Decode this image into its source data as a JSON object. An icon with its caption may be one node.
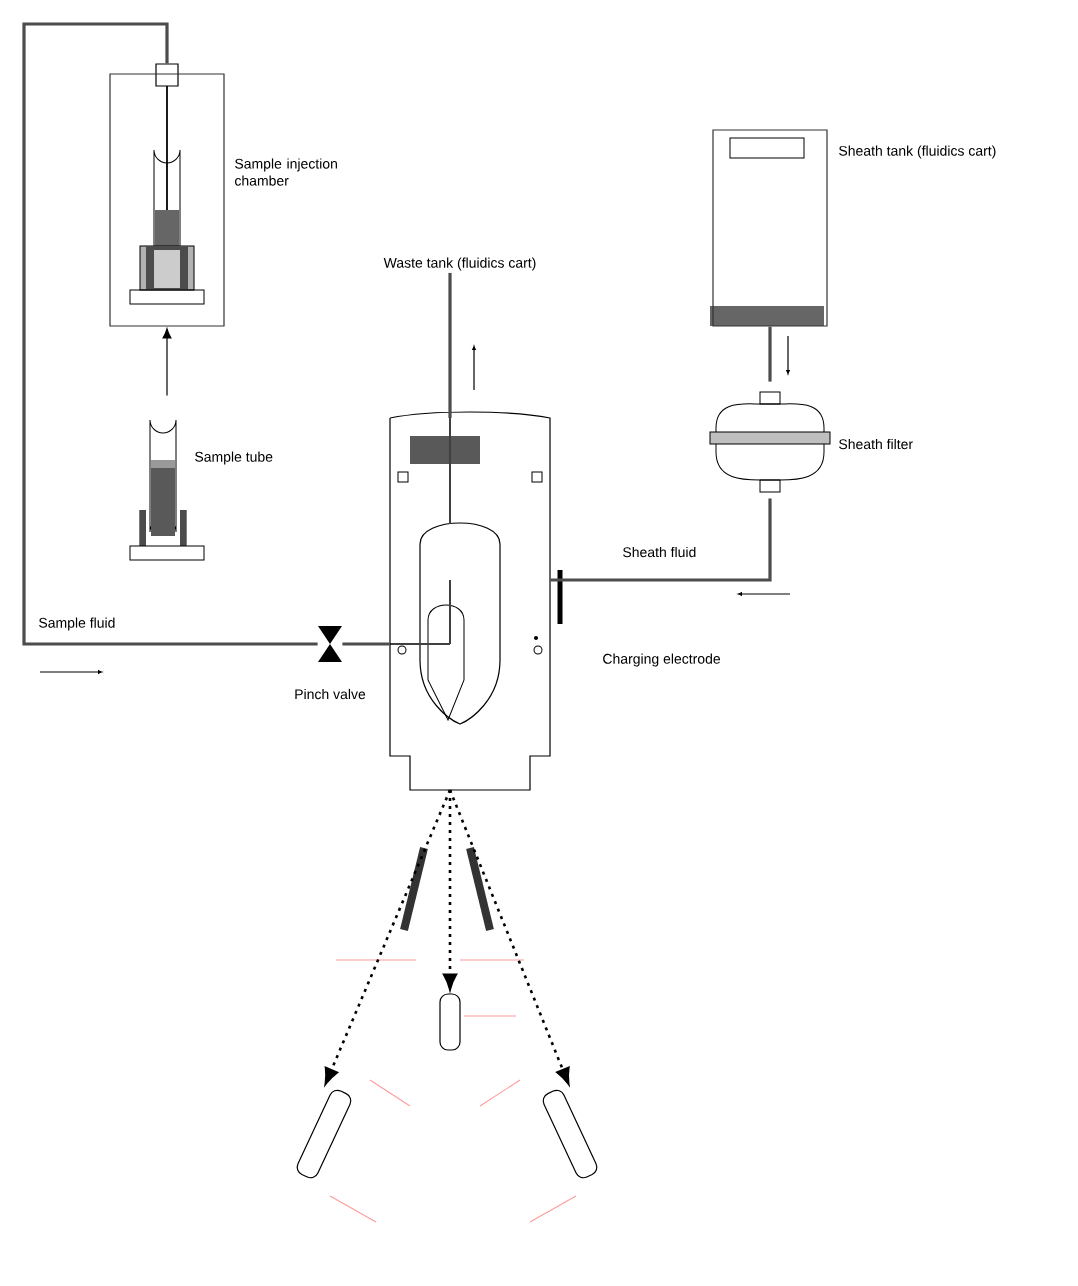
{
  "diagram": {
    "nodes": [
      {
        "text": [
          "Sample injection chamber"
        ]
      },
      {
        "text": [
          "Sample tube"
        ]
      },
      {
        "text": [
          "Waste tank (fluidics cart)"
        ]
      },
      {
        "text": [
          "Sheath tank (fluidics cart)"
        ]
      },
      {
        "text": [
          "Sheath filter"
        ]
      },
      {
        "text": [],
        "shape": "box"
      },
      {
        "text": [
          "Pinch valve"
        ]
      },
      {
        "text": [],
        "shape": "cylinder"
      },
      {
        "text": [],
        "shape": "cylinder"
      },
      {
        "text": [],
        "shape": "cylinder"
      }
    ],
    "edges": [
      {
        "from": 1,
        "to": 0,
        "arrow": "to"
      },
      {
        "from": 0,
        "to": 6,
        "arrow": "none"
      },
      {
        "from": 6,
        "to": 5,
        "arrow": "none"
      },
      {
        "from": 5,
        "to": 2,
        "arrow": "none"
      },
      {
        "from": 3,
        "to": 4,
        "arrow": "none"
      },
      {
        "from": 4,
        "to": 5,
        "arrow": "none"
      },
      {
        "from": 5,
        "to": 8,
        "arrow": "to",
        "style": "dashed"
      },
      {
        "from": 5,
        "to": 7,
        "arrow": "to",
        "style": "dashed"
      },
      {
        "from": 5,
        "to": 9,
        "arrow": "to",
        "style": "dashed"
      }
    ],
    "labels": [
      "Sample fluid",
      "Sheath fluid",
      "Charging electrode"
    ]
  }
}
